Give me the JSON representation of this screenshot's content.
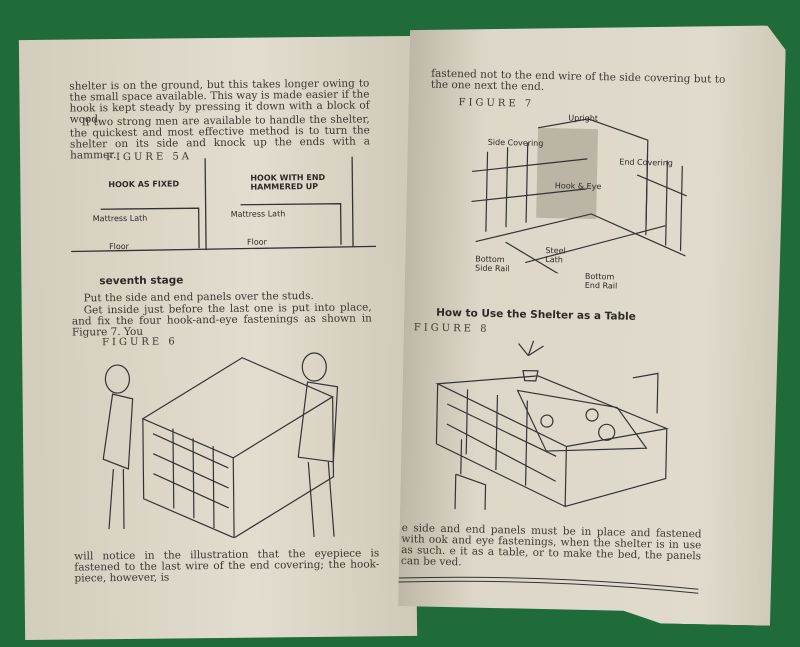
{
  "left_page": {
    "para1": "shelter is on the ground, but this takes longer owing to the small space available. This way is made easier if the hook is kept steady by pressing it down with a block of wood.",
    "para2": "If two strong men are available to handle the shelter, the quickest and most effective method is to turn the shelter on its side and knock up the ends with a hammer.",
    "figure5a": "FIGURE 5A",
    "fig5a_labels": {
      "left_title": "HOOK AS FIXED",
      "right_title": "HOOK WITH END HAMMERED UP",
      "lath": "Mattress Lath",
      "floor": "Floor"
    },
    "heading": "seventh stage",
    "para3": "Put the side and end panels over the studs.",
    "para4": "Get inside just before the last one is put into place, and fix the four hook-and-eye fastenings as shown in Figure 7. You",
    "figure6": "FIGURE 6",
    "para5": "will notice in the illustration that the eyepiece is fastened to the last wire of the end covering; the hook-piece, however, is"
  },
  "right_page": {
    "para1": "fastened not to the end wire of the side covering but to the one next the end.",
    "figure7": "FIGURE 7",
    "fig7_labels": {
      "upright": "Upright",
      "side_covering": "Side Covering",
      "end_covering": "End Covering",
      "hook_eye": "Hook & Eye",
      "steel_lath": "Steel Lath",
      "bottom_side_rail": "Bottom Side Rail",
      "bottom_end_rail": "Bottom End Rail"
    },
    "heading": "How to Use the Shelter as a Table",
    "figure8": "FIGURE 8",
    "para2": "e side and end panels must be in place and fastened with ook and eye fastenings, when the shelter is in use as such. e it as a table, or to make the bed, the panels can be ved."
  }
}
